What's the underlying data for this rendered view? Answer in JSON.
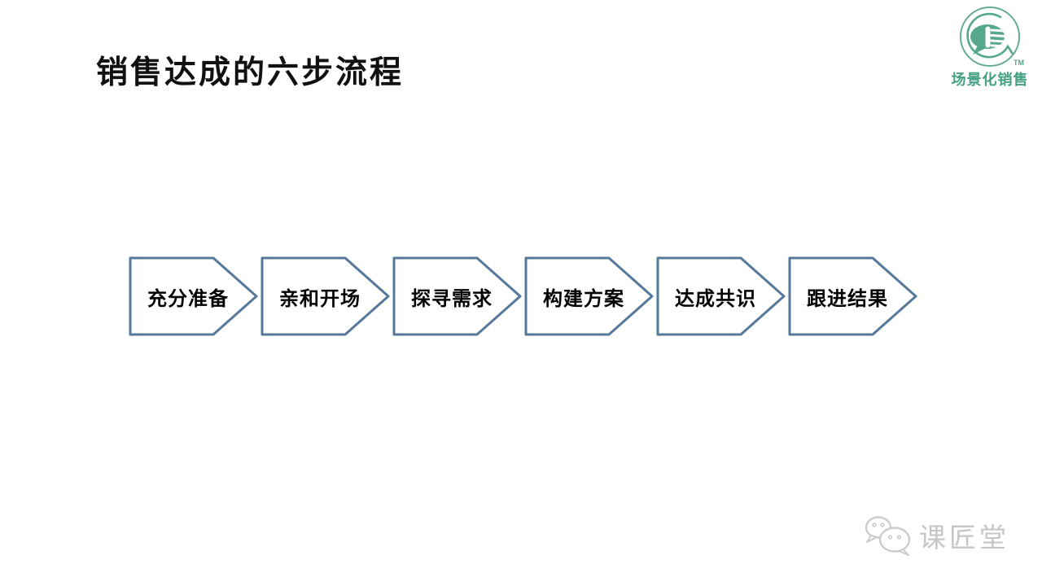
{
  "slide": {
    "title": "销售达成的六步流程",
    "background_color": "#ffffff",
    "title_color": "#111111"
  },
  "process": {
    "type": "chevron-flow",
    "direction": "left-to-right",
    "shape_border_color": "#56789a",
    "shape_fill_color": "#ffffff",
    "label_color": "#000000",
    "steps": [
      {
        "label": "充分准备"
      },
      {
        "label": "亲和开场"
      },
      {
        "label": "探寻需求"
      },
      {
        "label": "构建方案"
      },
      {
        "label": "达成共识"
      },
      {
        "label": "跟进结果"
      }
    ]
  },
  "logo": {
    "icon": "speech-bubble-hand-circle-icon",
    "brand_text": "场景化销售",
    "trademark": "TM",
    "color": "#44a183"
  },
  "watermark": {
    "icon": "wechat-icon",
    "text": "课匠堂",
    "color": "#c6c6c6"
  }
}
